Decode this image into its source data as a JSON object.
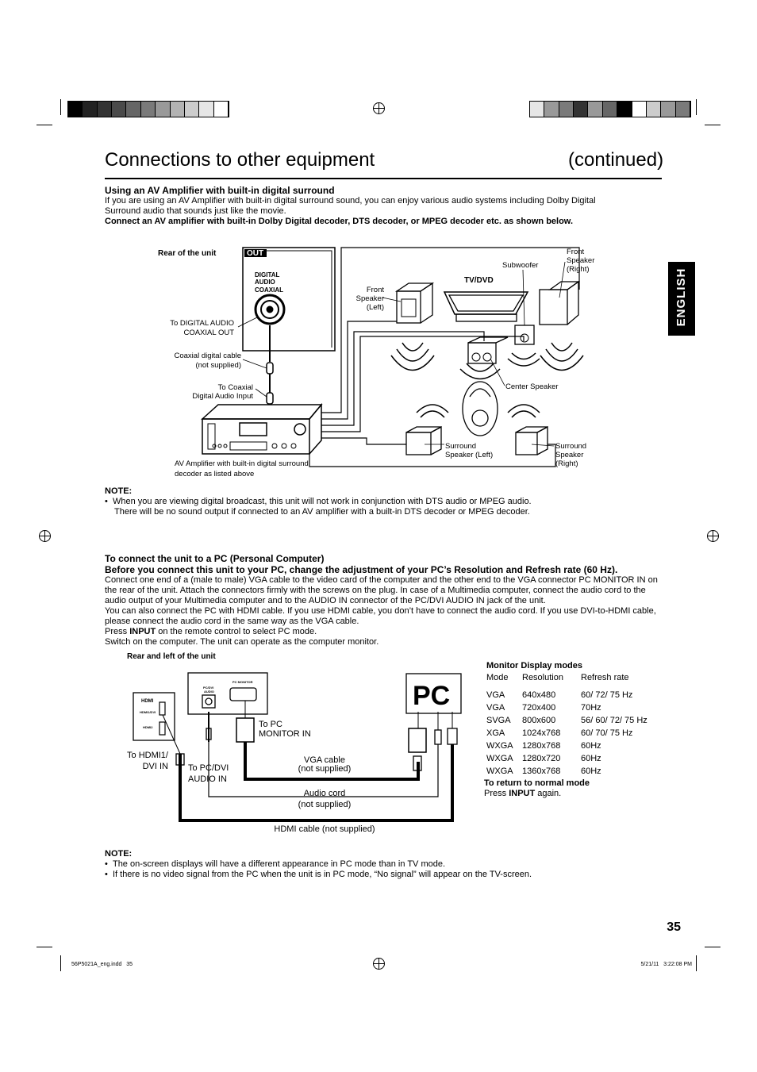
{
  "colors": {
    "strip_left": [
      "#000000",
      "#222222",
      "#333333",
      "#4a4a4a",
      "#666666",
      "#7a7a7a",
      "#999999",
      "#b3b3b3",
      "#cccccc",
      "#e6e6e6",
      "#ffffff"
    ],
    "strip_right": [
      "#e6e6e6",
      "#999999",
      "#7a7a7a",
      "#333333",
      "#999999",
      "#666666",
      "#000000",
      "#ffffff",
      "#cccccc",
      "#999999",
      "#7a7a7a"
    ]
  },
  "header": {
    "title": "Connections to other equipment",
    "continued": "(continued)"
  },
  "side_tab": "ENGLISH",
  "section1": {
    "heading": "Using an AV Amplifier with built-in digital surround",
    "body": "If you are using an AV Amplifier with built-in digital surround sound, you can enjoy various audio systems including Dolby Digital Surround audio that sounds just like the movie.",
    "bold": "Connect an AV amplifier with built-in Dolby Digital decoder, DTS decoder, or MPEG decoder etc. as shown below."
  },
  "diagram1": {
    "rear_label": "Rear of the unit",
    "out": "OUT",
    "digital_audio": [
      "DIGITAL",
      "AUDIO",
      "COAXIAL"
    ],
    "to_digital": [
      "To DIGITAL AUDIO",
      "COAXIAL OUT"
    ],
    "coaxial_cable": [
      "Coaxial digital cable",
      "(not supplied)"
    ],
    "to_coaxial": [
      "To Coaxial",
      "Digital Audio Input"
    ],
    "amp_label": [
      "AV Amplifier with built-in digital surround",
      "decoder as listed above"
    ],
    "front_left": [
      "Front",
      "Speaker",
      "(Left)"
    ],
    "tvdvd": "TV/DVD",
    "subwoofer": "Subwoofer",
    "front_right": [
      "Front",
      "Speaker",
      "(Right)"
    ],
    "center": "Center Speaker",
    "surround_left": [
      "Surround",
      "Speaker (Left)"
    ],
    "surround_right": [
      "Surround",
      "Speaker",
      "(Right)"
    ]
  },
  "note1": {
    "label": "NOTE:",
    "bullet": "When you are viewing digital broadcast, this unit will not work in conjunction with DTS audio or MPEG audio.",
    "line2": "There will be no sound output if connected to an AV amplifier with a built-in DTS decoder or MPEG decoder."
  },
  "section2": {
    "heading": "To connect the unit to a PC (Personal Computer)",
    "bold": "Before you connect this unit to your PC, change the adjustment of your PC’s Resolution and Refresh rate (60 Hz).",
    "body1": "Connect one end of a (male to male) VGA cable to the video card of the computer and the other end to the VGA connector PC MONITOR IN on the rear of the unit. Attach the connectors firmly with the screws on the plug. In case of a Multimedia computer, connect the audio cord to the audio output of your Multimedia computer and to the AUDIO IN connector of the PC/DVI AUDIO IN jack of the unit.",
    "body2": "You can also connect the PC with HDMI cable. If you use HDMI cable, you don’t have to connect the audio cord. If you use DVI-to-HDMI cable, please connect the audio cord in the same way as the VGA cable.",
    "press_pre": "Press ",
    "press_bold": "INPUT",
    "press_post": " on the remote control to select PC mode.",
    "switch": "Switch on the computer. The unit can operate as the computer monitor."
  },
  "diagram2": {
    "rear_left": "Rear and left of the unit",
    "hdmi": "HDMI",
    "hdmi1": "HDMI1/DVI",
    "hdmi2": "HDMI2",
    "pc_audio": [
      "PC/DVI",
      "AUDIO"
    ],
    "pc_monitor": "PC MONITOR",
    "pc": "PC",
    "to_pc_monitor": [
      "To PC",
      "MONITOR IN"
    ],
    "to_hdmi": [
      "To HDMI1/",
      "DVI IN"
    ],
    "to_pc_audio": [
      "To PC/DVI",
      "AUDIO IN"
    ],
    "vga_cable": [
      "VGA cable",
      "(not supplied)"
    ],
    "audio_cord": [
      "Audio cord",
      "(not supplied)"
    ],
    "hdmi_cable": "HDMI cable (not supplied)"
  },
  "modes": {
    "title": "Monitor Display modes",
    "headers": [
      "Mode",
      "Resolution",
      "Refresh rate"
    ],
    "rows": [
      [
        "VGA",
        "640x480",
        "60/ 72/ 75 Hz"
      ],
      [
        "VGA",
        "720x400",
        "70Hz"
      ],
      [
        "SVGA",
        "800x600",
        "56/ 60/ 72/ 75 Hz"
      ],
      [
        "XGA",
        "1024x768",
        "60/ 70/ 75 Hz"
      ],
      [
        "WXGA",
        "1280x768",
        "60Hz"
      ],
      [
        "WXGA",
        "1280x720",
        "60Hz"
      ],
      [
        "WXGA",
        "1360x768",
        "60Hz"
      ]
    ],
    "return_title": "To return to normal mode",
    "return_pre": "Press ",
    "return_bold": "INPUT",
    "return_post": " again."
  },
  "note2": {
    "label": "NOTE:",
    "bullets": [
      "The on-screen displays will have a different appearance in PC mode than in TV mode.",
      "If there is no video signal from the PC when the unit is in PC mode, “No signal” will appear on the TV-screen."
    ]
  },
  "page_number": "35",
  "footer": {
    "file": "56P5021A_eng.indd   35",
    "date": "5/21/11   3:22:08 PM"
  }
}
